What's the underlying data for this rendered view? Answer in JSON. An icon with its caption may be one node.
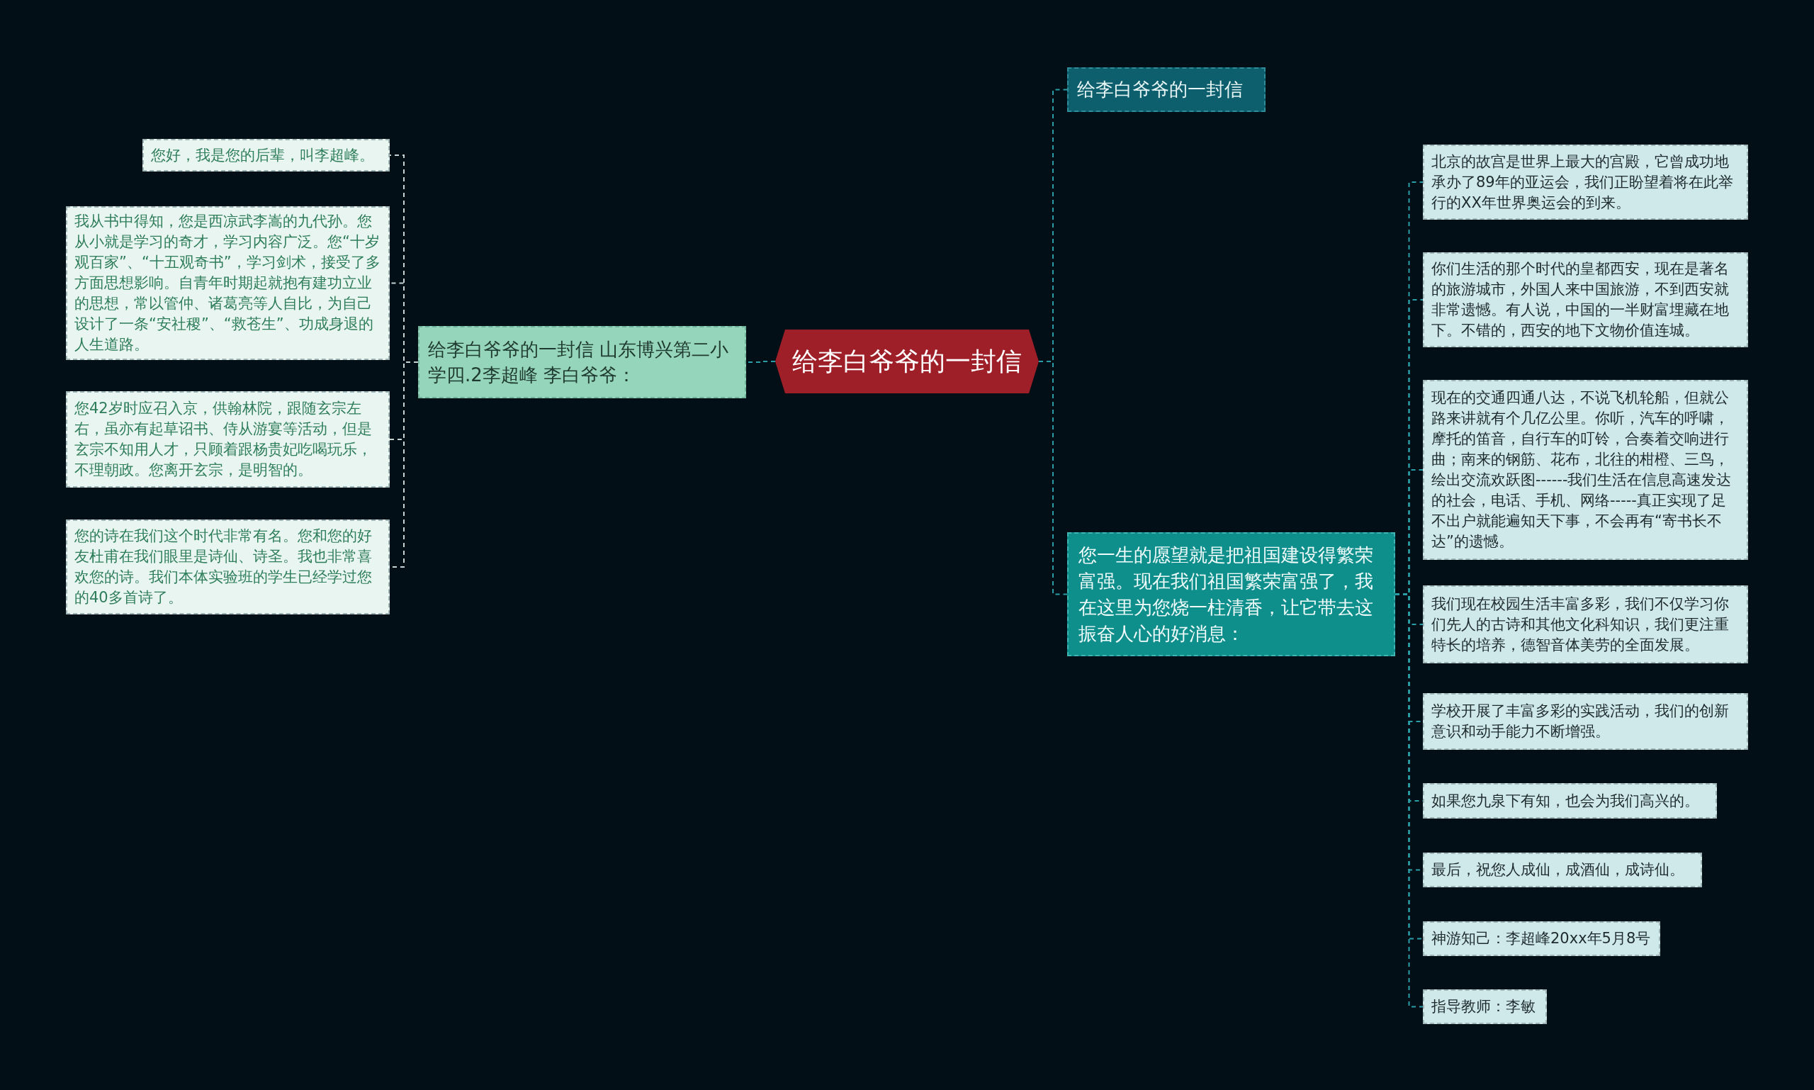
{
  "diagram": {
    "nodes": [
      {
        "text": [
          "给李白爷爷的一封信"
        ]
      },
      {
        "text": [
          "给李白爷爷的一封信 山东博兴第二小学四.2李超峰 李白爷爷："
        ]
      },
      {
        "text": [
          "您好，我是您的后辈，叫李超峰。"
        ]
      },
      {
        "text": [
          "我从书中得知，您是西凉武李嵩的九代孙。您从小就是学习的奇才，学习内容广泛。您“十岁观百家”、“十五观奇书”，学习剑术，接受了多方面思想影响。自青年时期起就抱有建功立业的思想，常以管仲、诸葛亮等人自比，为自己设计了一条“安社稷”、“救苍生”、功成身退的人生道路。"
        ]
      },
      {
        "text": [
          "您42岁时应召入京，供翰林院，跟随玄宗左右，虽亦有起草诏书、侍从游宴等活动，但是玄宗不知用人才，只顾着跟杨贵妃吃喝玩乐，不理朝政。您离开玄宗，是明智的。"
        ]
      },
      {
        "text": [
          "您的诗在我们这个时代非常有名。您和您的好友杜甫在我们眼里是诗仙、诗圣。我也非常喜欢您的诗。我们本体实验班的学生已经学过您的40多首诗了。"
        ]
      },
      {
        "text": [
          "给李白爷爷的一封信"
        ]
      },
      {
        "text": [
          "您一生的愿望就是把祖国建设得繁荣富强。现在我们祖国繁荣富强了，我在这里为您烧一柱清香，让它带去这振奋人心的好消息："
        ]
      },
      {
        "text": [
          "北京的故宫是世界上最大的宫殿，它曾成功地承办了89年的亚运会，我们正盼望着将在此举行的XX年世界奥运会的到来。"
        ]
      },
      {
        "text": [
          "你们生活的那个时代的皇都西安，现在是著名的旅游城市，外国人来中国旅游，不到西安就非常遗憾。有人说，中国的一半财富埋藏在地下。不错的，西安的地下文物价值连城。"
        ]
      },
      {
        "text": [
          "现在的交通四通八达，不说飞机轮船，但就公路来讲就有个几亿公里。你听，汽车的呼啸，摩托的笛音，自行车的叮铃，合奏着交响进行曲；南来的钢筋、花布，北往的柑橙、三鸟，绘出交流欢跃图------我们生活在信息高速发达的社会，电话、手机、网络-----真正实现了足不出户就能遍知天下事，不会再有“寄书长不达”的遗憾。"
        ]
      },
      {
        "text": [
          "我们现在校园生活丰富多彩，我们不仅学习你们先人的古诗和其他文化科知识，我们更注重特长的培养，德智音体美劳的全面发展。"
        ]
      },
      {
        "text": [
          "学校开展了丰富多彩的实践活动，我们的创新意识和动手能力不断增强。"
        ]
      },
      {
        "text": [
          "如果您九泉下有知，也会为我们高兴的。"
        ]
      },
      {
        "text": [
          "最后，祝您人成仙，成酒仙，成诗仙。"
        ]
      },
      {
        "text": [
          "神游知己：李超峰20xx年5月8号"
        ]
      },
      {
        "text": [
          "指导教师：李敏"
        ]
      }
    ],
    "edges": [
      {
        "from": 0,
        "to": 1,
        "arrow": "none"
      },
      {
        "from": 1,
        "to": 2,
        "arrow": "none",
        "color": "#c8d2d2"
      },
      {
        "from": 1,
        "to": 3,
        "arrow": "none",
        "color": "#c8d2d2"
      },
      {
        "from": 1,
        "to": 4,
        "arrow": "none",
        "color": "#c8d2d2"
      },
      {
        "from": 1,
        "to": 5,
        "arrow": "none",
        "color": "#c8d2d2"
      },
      {
        "from": 0,
        "to": 6,
        "arrow": "none"
      },
      {
        "from": 0,
        "to": 7,
        "arrow": "none"
      },
      {
        "from": 7,
        "to": 8,
        "arrow": "none"
      },
      {
        "from": 7,
        "to": 9,
        "arrow": "none"
      },
      {
        "from": 7,
        "to": 10,
        "arrow": "none"
      },
      {
        "from": 7,
        "to": 11,
        "arrow": "none"
      },
      {
        "from": 7,
        "to": 12,
        "arrow": "none"
      },
      {
        "from": 7,
        "to": 13,
        "arrow": "none"
      },
      {
        "from": 7,
        "to": 14,
        "arrow": "none"
      },
      {
        "from": 7,
        "to": 15,
        "arrow": "none"
      },
      {
        "from": 7,
        "to": 16,
        "arrow": "none"
      }
    ]
  }
}
